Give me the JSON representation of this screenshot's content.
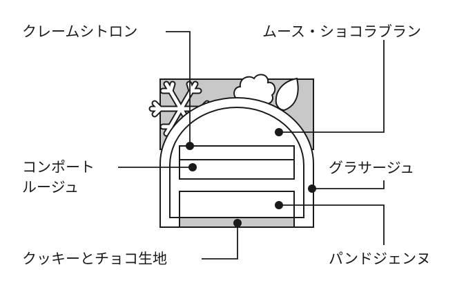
{
  "labels": {
    "creme_citron": "クレームシトロン",
    "mousse_chocolat": "ムース・ショコラブラン",
    "compote_line1": "コンポート",
    "compote_line2": "ルージュ",
    "glacage": "グラサージュ",
    "cookie_base": "クッキーとチョコ生地",
    "pain_de_genes": "パンドジェンヌ"
  },
  "colors": {
    "line": "#1a1a1a",
    "background_panel": "#c8c8c8",
    "decoration_fill": "#ffffff",
    "cake_fill": "#ffffff",
    "base_strip": "#c8c8c8"
  },
  "icons": {
    "decoration_left": "snowflake-icon",
    "decoration_middle": "cream-puff-icon",
    "decoration_right": "leaf-icon"
  }
}
